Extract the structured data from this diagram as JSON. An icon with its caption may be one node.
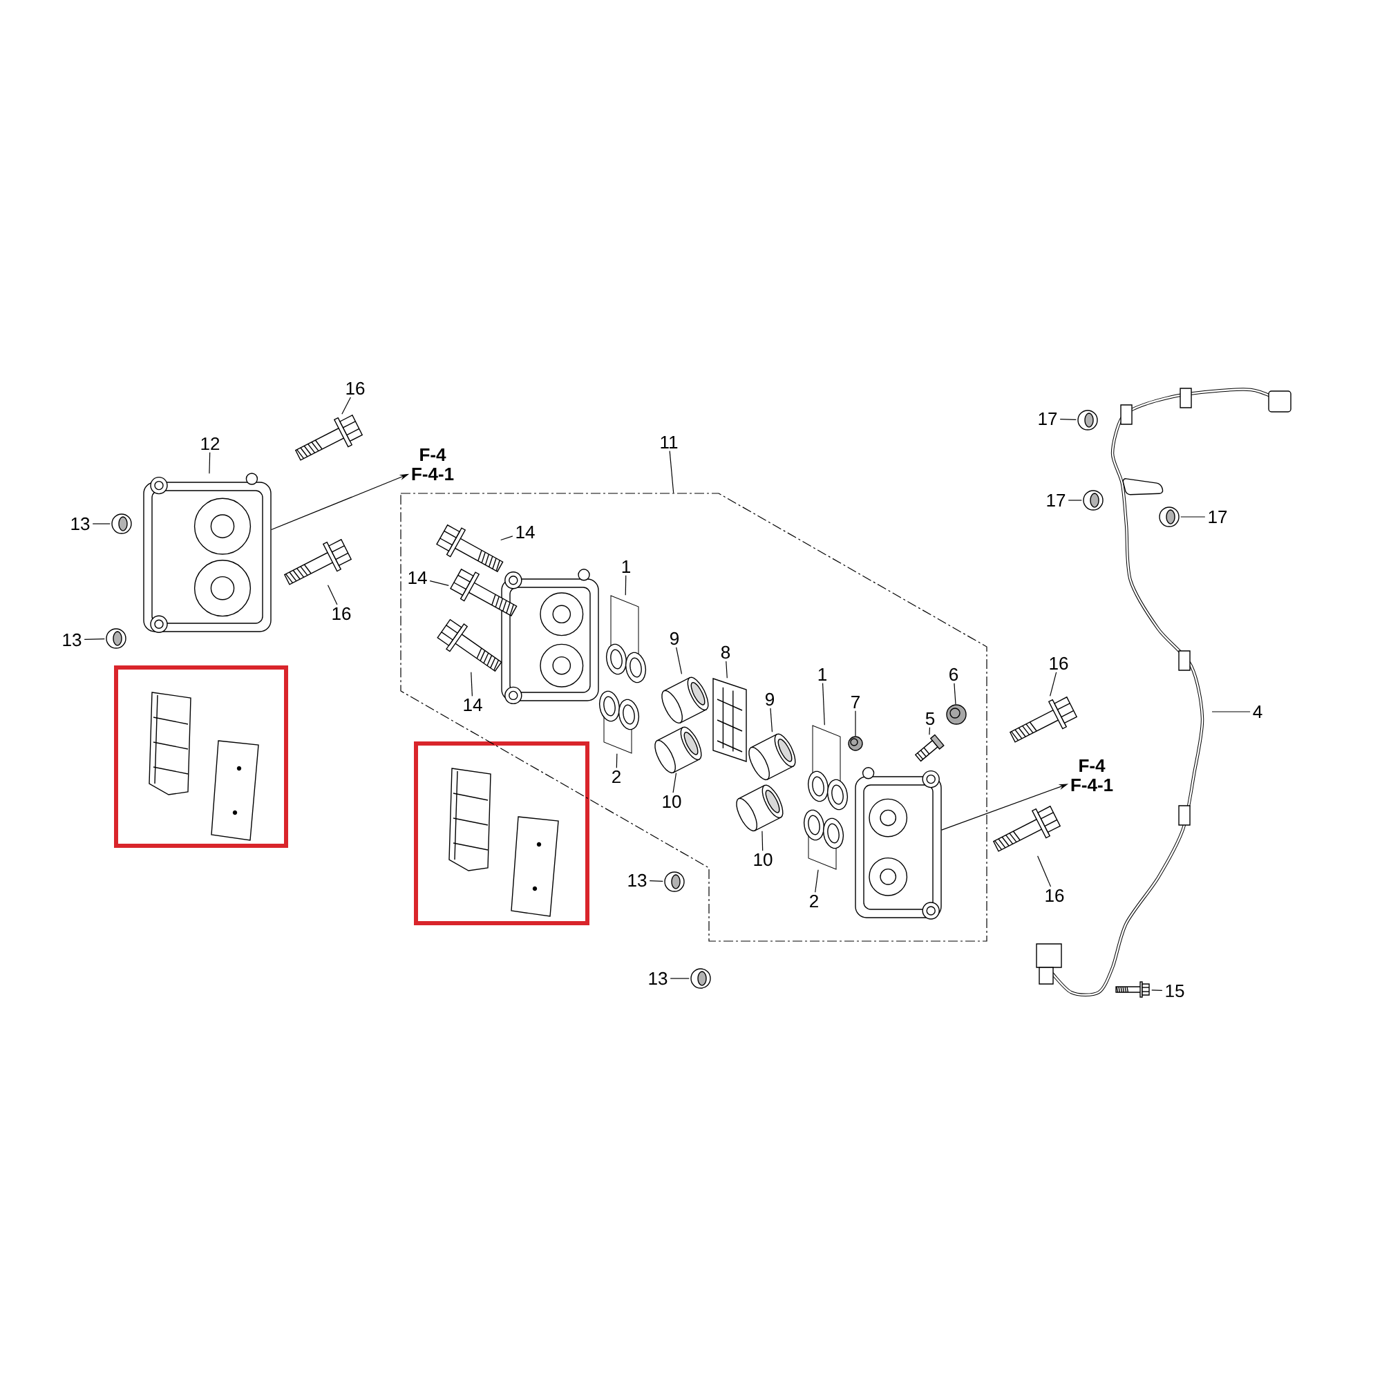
{
  "diagram": {
    "nodes": [
      {
        "text": [
          "12"
        ]
      },
      {
        "text": [],
        "shape": "picture"
      },
      {
        "text": [
          "16"
        ]
      },
      {
        "text": [],
        "shape": "picture"
      },
      {
        "text": [
          "F-4",
          "F-4-1"
        ]
      },
      {
        "text": [
          "13"
        ]
      },
      {
        "text": [],
        "shape": "picture"
      },
      {
        "text": [],
        "shape": "picture"
      },
      {
        "text": [
          "16"
        ]
      },
      {
        "text": [
          "13"
        ]
      },
      {
        "text": [],
        "shape": "picture"
      },
      {
        "text": [
          "11"
        ]
      },
      {
        "text": [],
        "shape": "box"
      },
      {
        "text": [
          "14"
        ],
        "in": 12
      },
      {
        "text": [],
        "shape": "picture",
        "in": 12
      },
      {
        "text": [
          "14"
        ],
        "in": 12
      },
      {
        "text": [],
        "shape": "picture",
        "in": 12
      },
      {
        "text": [],
        "shape": "picture",
        "in": 12
      },
      {
        "text": [
          "14"
        ],
        "in": 12
      },
      {
        "text": [
          "1"
        ],
        "in": 12
      },
      {
        "text": [],
        "shape": "picture",
        "in": 12
      },
      {
        "text": [],
        "shape": "picture",
        "in": 12
      },
      {
        "text": [
          "2"
        ],
        "in": 12
      },
      {
        "text": [
          "9"
        ],
        "in": 12
      },
      {
        "text": [],
        "shape": "picture",
        "in": 12
      },
      {
        "text": [],
        "shape": "picture",
        "in": 12
      },
      {
        "text": [
          "10"
        ],
        "in": 12
      },
      {
        "text": [
          "8"
        ],
        "in": 12
      },
      {
        "text": [],
        "shape": "picture",
        "in": 12
      },
      {
        "text": [
          "9"
        ],
        "in": 12
      },
      {
        "text": [],
        "shape": "picture",
        "in": 12
      },
      {
        "text": [],
        "shape": "picture",
        "in": 12
      },
      {
        "text": [
          "10"
        ],
        "in": 12
      },
      {
        "text": [
          "1"
        ],
        "in": 12
      },
      {
        "text": [],
        "shape": "picture",
        "in": 12
      },
      {
        "text": [],
        "shape": "picture",
        "in": 12
      },
      {
        "text": [
          "2"
        ],
        "in": 12
      },
      {
        "text": [
          "7"
        ],
        "in": 12
      },
      {
        "text": [],
        "shape": "picture",
        "in": 12
      },
      {
        "text": [
          "5"
        ],
        "in": 12
      },
      {
        "text": [],
        "shape": "picture",
        "in": 12
      },
      {
        "text": [
          "6"
        ],
        "in": 12
      },
      {
        "text": [],
        "shape": "picture",
        "in": 12
      },
      {
        "text": [],
        "shape": "picture",
        "in": 12
      },
      {
        "text": [
          "F-4",
          "F-4-1"
        ]
      },
      {
        "text": [
          "16"
        ]
      },
      {
        "text": [],
        "shape": "picture"
      },
      {
        "text": [],
        "shape": "picture"
      },
      {
        "text": [
          "16"
        ]
      },
      {
        "text": [
          "13"
        ]
      },
      {
        "text": [],
        "shape": "picture"
      },
      {
        "text": [
          "13"
        ]
      },
      {
        "text": [],
        "shape": "picture"
      },
      {
        "text": [
          "17"
        ]
      },
      {
        "text": [],
        "shape": "picture"
      },
      {
        "text": [
          "17"
        ]
      },
      {
        "text": [],
        "shape": "picture"
      },
      {
        "text": [],
        "shape": "picture"
      },
      {
        "text": [
          "17"
        ]
      },
      {
        "text": [
          "4"
        ]
      },
      {
        "text": [],
        "shape": "picture"
      },
      {
        "text": [
          "15"
        ]
      }
    ],
    "edges": [
      {
        "from": 0,
        "to": 1,
        "arrow": "none"
      },
      {
        "from": 2,
        "to": 3,
        "arrow": "none"
      },
      {
        "from": 1,
        "to": 4,
        "arrow": "to"
      },
      {
        "from": 5,
        "to": 6,
        "arrow": "none"
      },
      {
        "from": 8,
        "to": 7,
        "arrow": "none"
      },
      {
        "from": 9,
        "to": 10,
        "arrow": "none"
      },
      {
        "from": 11,
        "to": 12,
        "arrow": "none"
      },
      {
        "from": 13,
        "to": 14,
        "arrow": "none"
      },
      {
        "from": 15,
        "to": 16,
        "arrow": "none"
      },
      {
        "from": 18,
        "to": 17,
        "arrow": "none"
      },
      {
        "from": 19,
        "to": 20,
        "arrow": "none"
      },
      {
        "from": 22,
        "to": 21,
        "arrow": "none"
      },
      {
        "from": 23,
        "to": 24,
        "arrow": "none"
      },
      {
        "from": 26,
        "to": 25,
        "arrow": "none"
      },
      {
        "from": 27,
        "to": 28,
        "arrow": "none"
      },
      {
        "from": 29,
        "to": 30,
        "arrow": "none"
      },
      {
        "from": 32,
        "to": 31,
        "arrow": "none"
      },
      {
        "from": 33,
        "to": 34,
        "arrow": "none"
      },
      {
        "from": 36,
        "to": 35,
        "arrow": "none"
      },
      {
        "from": 37,
        "to": 38,
        "arrow": "none"
      },
      {
        "from": 39,
        "to": 40,
        "arrow": "none"
      },
      {
        "from": 41,
        "to": 42,
        "arrow": "none"
      },
      {
        "from": 43,
        "to": 44,
        "arrow": "to"
      },
      {
        "from": 45,
        "to": 46,
        "arrow": "none"
      },
      {
        "from": 48,
        "to": 47,
        "arrow": "none"
      },
      {
        "from": 49,
        "to": 50,
        "arrow": "none"
      },
      {
        "from": 51,
        "to": 52,
        "arrow": "none"
      },
      {
        "from": 53,
        "to": 54,
        "arrow": "none"
      },
      {
        "from": 55,
        "to": 56,
        "arrow": "none"
      },
      {
        "from": 58,
        "to": 57,
        "arrow": "none"
      },
      {
        "from": 59,
        "to": null,
        "arrow": "none"
      },
      {
        "from": 61,
        "to": 60,
        "arrow": "none"
      }
    ]
  }
}
